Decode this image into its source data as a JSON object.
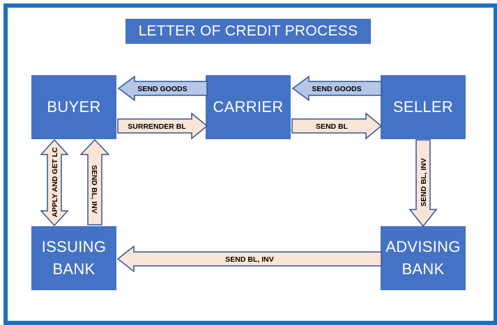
{
  "title": "LETTER OF CREDIT PROCESS",
  "nodes": {
    "buyer": "BUYER",
    "carrier": "CARRIER",
    "seller": "SELLER",
    "issuing_bank": "ISSUING BANK",
    "advising_bank": "ADVISING BANK"
  },
  "arrows": {
    "send_goods_carrier_to_buyer": "SEND GOODS",
    "send_goods_seller_to_carrier": "SEND GOODS",
    "surrender_bl": "SURRENDER BL",
    "send_bl": "SEND BL",
    "send_bl_inv_seller_to_advising": "SEND BL, INV",
    "send_bl_inv_advising_to_issuing": "SEND BL, INV",
    "apply_and_get_lc": "APPLY AND GET LC",
    "send_bl_inv_issuing_to_buyer": "SEND BL, INV"
  },
  "colors": {
    "frame": "#1f6fc0",
    "box": "#4472c4",
    "arrow_blue": "#b4c7e7",
    "arrow_peach": "#fbe5d6",
    "arrow_outline": "#2f5597"
  }
}
